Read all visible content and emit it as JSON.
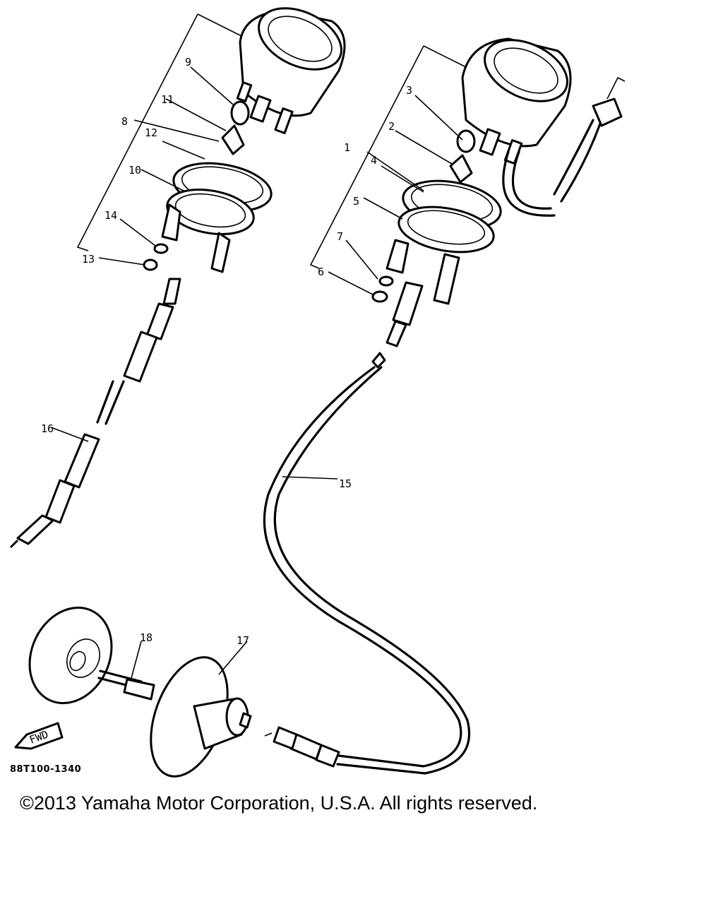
{
  "diagram": {
    "callouts": [
      "1",
      "2",
      "3",
      "4",
      "5",
      "6",
      "7",
      "8",
      "9",
      "10",
      "11",
      "12",
      "13",
      "14",
      "15",
      "16",
      "17",
      "18"
    ],
    "fwd_label": "FWD",
    "drawing_code": "88T100-1340"
  },
  "footer": {
    "copyright": "©2013 Yamaha Motor Corporation, U.S.A. All rights reserved."
  }
}
